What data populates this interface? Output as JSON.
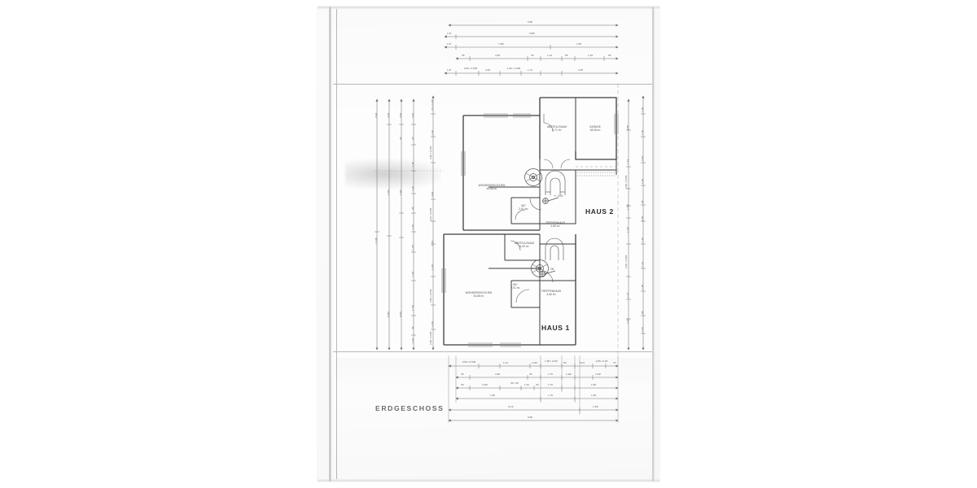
{
  "document": {
    "type": "architectural-floor-plan-scan",
    "plan_title": "ERDGESCHOSS",
    "language": "de",
    "medium": "photocopied drawing in clear plastic sheet protector",
    "page_background": "#fdfdfd",
    "line_color": "#4a4a4a"
  },
  "houses": [
    {
      "id": "haus2",
      "label": "HAUS 2"
    },
    {
      "id": "haus1",
      "label": "HAUS 1"
    }
  ],
  "rooms": {
    "haus2": [
      {
        "name": "WOHN/ESS/KOCHEN",
        "area": "44,66 m²"
      },
      {
        "name": "ABSTELLRAUM",
        "area": "6,71 m²"
      },
      {
        "name": "GARAGE",
        "area": "18,06 m²"
      },
      {
        "name": "WC",
        "area": "2,01 m²"
      },
      {
        "name": "TREPPENHAUS",
        "area": "4,66 m²"
      }
    ],
    "haus1": [
      {
        "name": "WOHN/ESS/KOCHEN",
        "area": "44,66 m²"
      },
      {
        "name": "ABSTELLRAUM",
        "area": "6,49 m²"
      },
      {
        "name": "WC",
        "area": "2,01 m²"
      },
      {
        "name": "TREPPENHAUS",
        "area": "4,66 m²"
      }
    ]
  },
  "annotations": [
    {
      "text": "+/- 0,00",
      "meaning": "floor level datum"
    },
    {
      "text": "OK",
      "meaning": "oberkante"
    }
  ],
  "dimension_chains_top": [
    {
      "row": 1,
      "segments": [
        "9,86"
      ]
    },
    {
      "row": 2,
      "segments": [
        "1,5²",
        "9,85²"
      ]
    },
    {
      "row": 3,
      "segments": [
        "1,6²",
        "7,50²",
        "4,35"
      ]
    },
    {
      "row": 4,
      "segments": [
        "36",
        "4,96",
        "36",
        "1,13",
        "95",
        "1,93",
        "95"
      ]
    },
    {
      "row": 5,
      "segments": [
        "1,6²",
        "2,56 / 2,505",
        "2,93",
        "1,26 / 1,005",
        "1,72",
        "4,35"
      ]
    }
  ],
  "dimension_chains_bottom": [
    {
      "row": 1,
      "segments": [
        "2,56 / 2,505",
        "1,31",
        "1,00²",
        "1,95 / 2,00²",
        "50",
        "14,5",
        "2,56 / 2,00",
        "47"
      ]
    },
    {
      "row": 2,
      "segments": [
        "36",
        "4,96",
        "36",
        "1,75",
        "1,92²",
        "1,63²"
      ]
    },
    {
      "row": 3,
      "segments": [
        "36",
        "4,35²",
        "95 / 49",
        "1,32",
        "36",
        "1,75",
        "1,58"
      ]
    },
    {
      "row": 4,
      "segments": [
        "1,68",
        "1,75",
        "1,58"
      ]
    },
    {
      "row": 5,
      "segments": [
        "11,6²",
        "1,63²"
      ]
    },
    {
      "row": 6,
      "segments": [
        "9,86"
      ]
    }
  ],
  "dimension_chains_left": [
    {
      "col": 1,
      "segments": [
        "2,93",
        "7,135"
      ]
    },
    {
      "col": 2,
      "segments": [
        "2,93",
        "1,60²",
        "8,45²"
      ]
    },
    {
      "col": 3,
      "segments": [
        "2,93",
        "36",
        "1,96²",
        "8,06²"
      ]
    },
    {
      "col": 4,
      "segments": [
        "2,93",
        "36",
        "1,36",
        "1,26",
        "95",
        "1,26",
        "1,13²",
        "1,36",
        "1,75²",
        "36",
        "1,24",
        "1,25²",
        "36"
      ]
    },
    {
      "col": 5,
      "segments": [
        "70 / 2,135",
        "1,60",
        "2,56 / 2,005",
        "3,39",
        "2,64 / 2,005",
        "1,23",
        "1,13²",
        "2,56 / 2,005",
        "1,23²",
        "2,56 / 2,005"
      ]
    }
  ],
  "dimension_chains_right": [
    {
      "col": 1,
      "segments": [
        "4,35",
        "1,13",
        "2,56 / 2,505",
        "1,13²",
        "1,13²",
        "2,56 / 2,505",
        "1,13",
        "1,00"
      ]
    },
    {
      "col": 2,
      "segments": [
        "1,36",
        "1,35",
        "2,64",
        "1,63",
        "95",
        "1,96",
        "1,36",
        "1,13",
        "1,35",
        "95",
        "1,00",
        "36",
        "35"
      ]
    }
  ],
  "sleeve": {
    "punch_holes": 2
  }
}
